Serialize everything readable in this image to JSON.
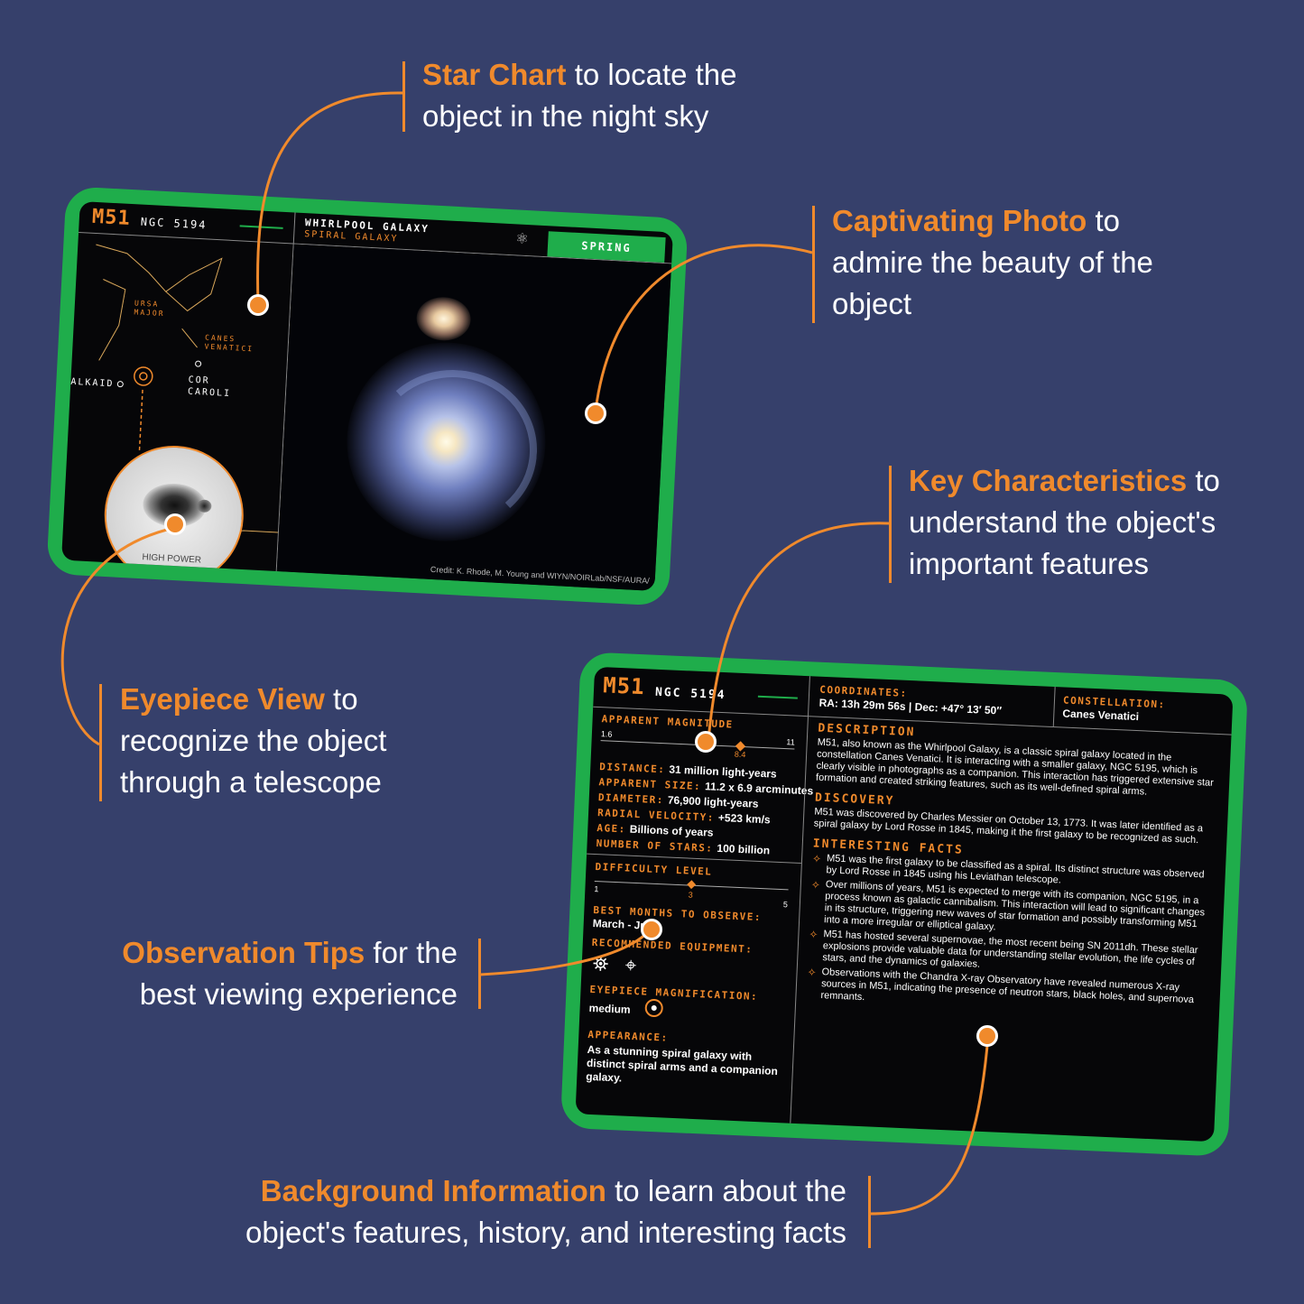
{
  "callouts": {
    "star_chart": {
      "title": "Star Chart",
      "rest1": " to locate the",
      "line2": "object in the night sky"
    },
    "photo": {
      "title": "Captivating Photo",
      "rest1": " to",
      "line2": "admire the beauty of the",
      "line3": "object"
    },
    "key": {
      "title": "Key Characteristics",
      "rest1": " to",
      "line2": "understand the object's",
      "line3": "important features"
    },
    "eyepiece": {
      "title": "Eyepiece View",
      "rest1": " to",
      "line2": "recognize the object",
      "line3": "through a telescope"
    },
    "tips": {
      "title": "Observation Tips",
      "rest1": " for the",
      "line2": "best viewing experience"
    },
    "background": {
      "title": "Background Information",
      "rest1": " to learn about the",
      "line2": "object's features, history, and interesting facts"
    }
  },
  "front": {
    "id": "M51",
    "ngc": "NGC 5194",
    "name": "WHIRLPOOL GALAXY",
    "type": "SPIRAL GALAXY",
    "season": "SPRING",
    "labels": {
      "ursa": "URSA",
      "major": "MAJOR",
      "canes": "CANES",
      "venatici": "VENATICI",
      "alkaid": "ALKAID",
      "cor": "COR",
      "caroli": "CAROLI",
      "high_power": "HIGH POWER"
    },
    "credit": "Credit: K. Rhode, M. Young and WIYN/NOIRLab/NSF/AURA/"
  },
  "back": {
    "id": "M51",
    "ngc": "NGC 5194",
    "coordinates_label": "COORDINATES:",
    "coordinates": "RA: 13h 29m 56s | Dec: +47° 13′ 50″",
    "constellation_label": "CONSTELLATION:",
    "constellation": "Canes Venatici",
    "apparent_magnitude_label": "APPARENT MAGNITUDE",
    "mag_min": "1.6",
    "mag_value": "8.4",
    "mag_max": "11",
    "mag_fraction": 0.72,
    "stats": [
      {
        "label": "DISTANCE:",
        "value": "31 million light-years"
      },
      {
        "label": "APPARENT SIZE:",
        "value": "11.2 x 6.9 arcminutes"
      },
      {
        "label": "DIAMETER:",
        "value": "76,900 light-years"
      },
      {
        "label": "RADIAL VELOCITY:",
        "value": "+523 km/s"
      },
      {
        "label": "AGE:",
        "value": "Billions of years"
      },
      {
        "label": "NUMBER OF STARS:",
        "value": "100 billion"
      }
    ],
    "difficulty_label": "DIFFICULTY LEVEL",
    "diff_min": "1",
    "diff_value": "3",
    "diff_max": "5",
    "diff_fraction": 0.5,
    "best_months_label": "BEST MONTHS TO OBSERVE:",
    "best_months": "March - June",
    "equipment_label": "RECOMMENDED EQUIPMENT:",
    "magnification_label": "EYEPIECE MAGNIFICATION:",
    "magnification": "medium",
    "appearance_label": "APPEARANCE:",
    "appearance": "As a stunning spiral galaxy with distinct spiral arms and a companion galaxy.",
    "description_label": "DESCRIPTION",
    "description": "M51, also known as the Whirlpool Galaxy, is a classic spiral galaxy located in the constellation Canes Venatici. It is interacting with a smaller galaxy, NGC 5195, which is clearly visible in photographs as a companion. This interaction has triggered extensive star formation and created striking features, such as its well-defined spiral arms.",
    "discovery_label": "DISCOVERY",
    "discovery": "M51 was discovered by Charles Messier on October 13, 1773. It was later identified as a spiral galaxy by Lord Rosse in 1845, making it the first galaxy to be recognized as such.",
    "facts_label": "INTERESTING FACTS",
    "facts": [
      "M51 was the first galaxy to be classified as a spiral. Its distinct structure was observed by Lord Rosse in 1845 using his Leviathan telescope.",
      "Over millions of years, M51 is expected to merge with its companion, NGC 5195, in a process known as galactic cannibalism. This interaction will lead to significant changes in its structure, triggering new waves of star formation and possibly transforming M51 into a more irregular or elliptical galaxy.",
      "M51 has hosted several supernovae, the most recent being SN 2011dh. These stellar explosions provide valuable data for understanding stellar evolution, the life cycles of stars, and the dynamics of galaxies.",
      "Observations with the Chandra X-ray Observatory have revealed numerous X-ray sources in M51, indicating the presence of neutron stars, black holes, and supernova remnants."
    ]
  }
}
